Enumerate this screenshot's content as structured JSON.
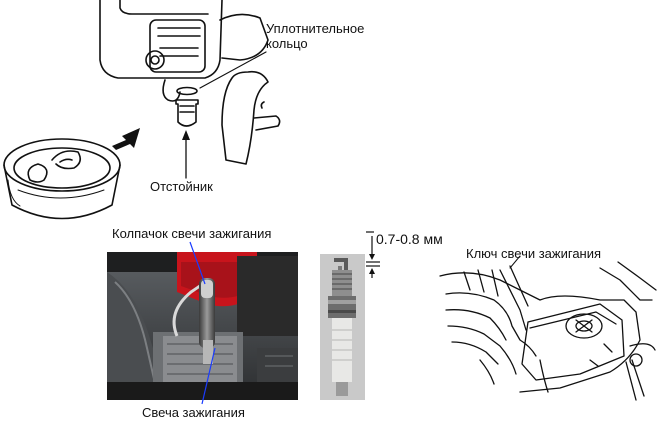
{
  "labels": {
    "sealing_ring_line1": "Уплотнительное",
    "sealing_ring_line2": "кольцо",
    "sediment_cup": "Отстойник",
    "spark_plug_cap": "Колпачок свечи зажигания",
    "gap": "0.7-0.8 мм",
    "spark_plug_wrench": "Ключ свечи зажигания",
    "spark_plug": "Свеча зажигания"
  },
  "colors": {
    "ink": "#111111",
    "engine_red": "#c8141c",
    "engine_dark": "#2a2a2a",
    "metal_grey": "#8a8c8f",
    "ceramic_white": "#e8e8e6",
    "photo_bg": "#c9c9c9"
  }
}
